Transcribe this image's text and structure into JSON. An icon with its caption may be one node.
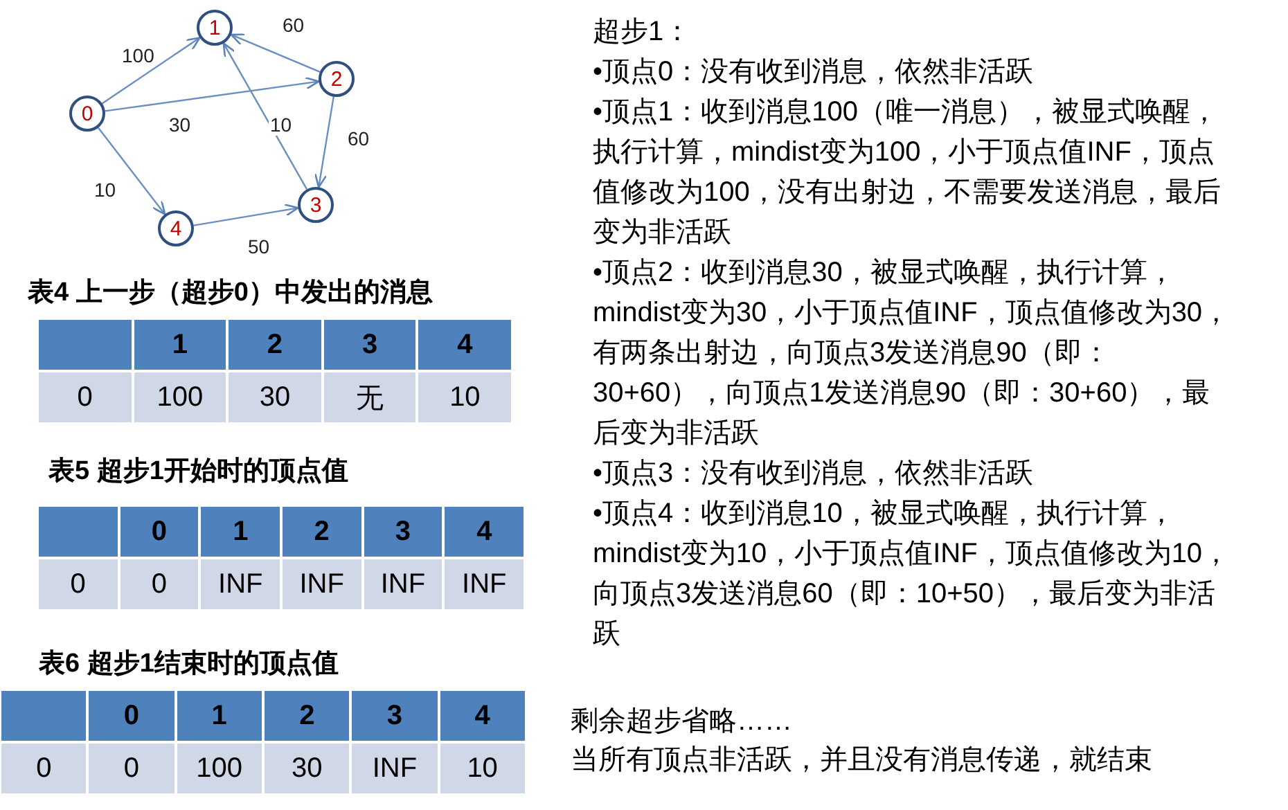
{
  "diagram": {
    "nodes": [
      {
        "text": [
          "0"
        ]
      },
      {
        "text": [
          "1"
        ]
      },
      {
        "text": [
          "2"
        ]
      },
      {
        "text": [
          "3"
        ]
      },
      {
        "text": [
          "4"
        ]
      }
    ],
    "edges": [
      {
        "from": 0,
        "to": 1,
        "arrow": "to",
        "label": "100"
      },
      {
        "from": 0,
        "to": 2,
        "arrow": "to",
        "label": "30"
      },
      {
        "from": 0,
        "to": 4,
        "arrow": "to",
        "label": "10"
      },
      {
        "from": 2,
        "to": 1,
        "arrow": "to",
        "label": "60"
      },
      {
        "from": 2,
        "to": 3,
        "arrow": "to",
        "label": "60"
      },
      {
        "from": 3,
        "to": 1,
        "arrow": "to",
        "label": "10"
      },
      {
        "from": 4,
        "to": 3,
        "arrow": "to",
        "label": "50"
      }
    ],
    "labels": [
      "表4 上一步（超步0）中发出的消息",
      "1",
      "2",
      "3",
      "4",
      "0",
      "100",
      "30",
      "无",
      "10",
      "表5 超步1开始时的顶点值",
      "0",
      "1",
      "2",
      "3",
      "4",
      "0",
      "0",
      "INF",
      "INF",
      "INF",
      "INF",
      "表6  超步1结束时的顶点值",
      "0",
      "1",
      "2",
      "3",
      "4",
      "0",
      "0",
      "100",
      "30",
      "INF",
      "10",
      "超步1：",
      "•顶点0：没有收到消息，依然非活跃",
      "•顶点1：收到消息100（唯一消息），被显式唤醒，执行计算，mindist变为100，小于顶点值INF，顶点值修改为100，没有出射边，不需要发送消息，最后变为非活跃",
      "•顶点2：收到消息30，被显式唤醒，执行计算， mindist变为30，小于顶点值INF，顶点值修改为30，有两条出射边，向顶点3发送消息90（即：30+60），向顶点1发送消息90（即：30+60），最后变为非活跃",
      "•顶点3：没有收到消息，依然非活跃",
      "•顶点4：收到消息10，被显式唤醒，执行计算， mindist变为10，小于顶点值INF，顶点值修改为10，向顶点3发送消息60（即：10+50），最后变为非活跃",
      "剩余超步省略……",
      "当所有顶点非活跃，并且没有消息传递，就结束"
    ]
  }
}
